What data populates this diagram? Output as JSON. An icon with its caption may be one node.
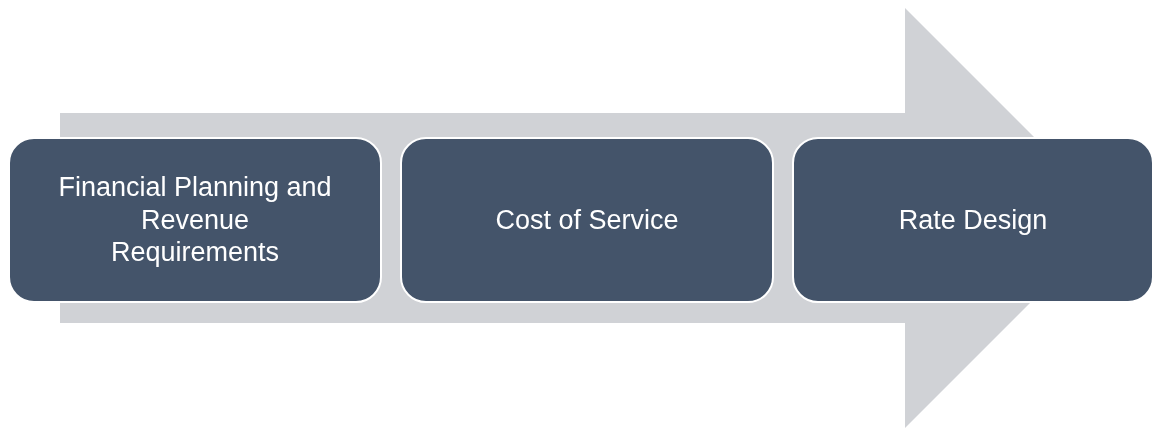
{
  "diagram": {
    "nodes": [
      {
        "text": [
          "Financial Planning and Revenue Requirements"
        ]
      },
      {
        "text": [
          "Cost of Service"
        ]
      },
      {
        "text": [
          "Rate Design"
        ]
      }
    ],
    "edges": [
      {
        "from": 0,
        "to": 2,
        "arrow": "to"
      }
    ]
  }
}
